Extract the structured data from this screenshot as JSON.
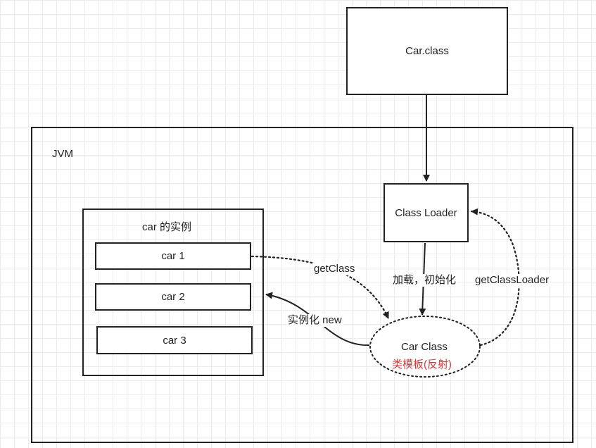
{
  "nodes": {
    "car_class_file": "Car.class",
    "jvm": "JVM",
    "class_loader": "Class Loader",
    "instances_title": "car 的实例",
    "instances": [
      "car 1",
      "car 2",
      "car 3"
    ],
    "car_class": "Car Class",
    "car_class_note": "类模板(反射)"
  },
  "edges": {
    "get_class": "getClass",
    "load_init": "加载，初始化",
    "get_class_loader": "getClassLoader",
    "instantiate": "实例化 new"
  },
  "colors": {
    "line": "#222222",
    "note": "#e53333"
  }
}
